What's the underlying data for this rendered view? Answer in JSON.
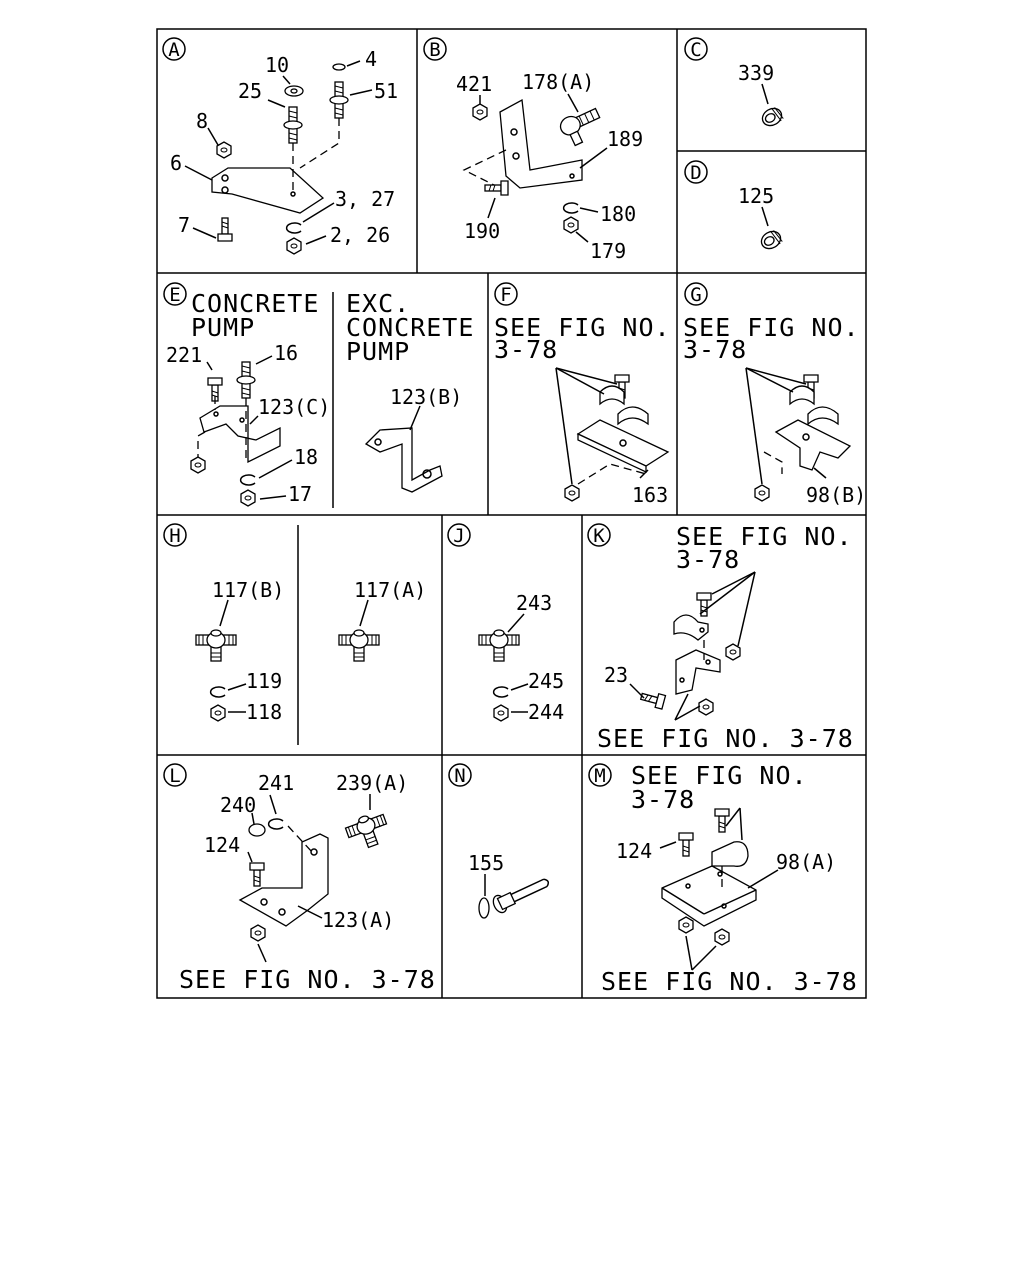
{
  "panels": {
    "A": {
      "letter": "A",
      "parts": [
        "10",
        "4",
        "25",
        "51",
        "8",
        "6",
        "3, 27",
        "7",
        "2, 26"
      ]
    },
    "B": {
      "letter": "B",
      "parts": [
        "421",
        "178(A)",
        "189",
        "190",
        "180",
        "179"
      ]
    },
    "C": {
      "letter": "C",
      "parts": [
        "339"
      ]
    },
    "D": {
      "letter": "D",
      "parts": [
        "125"
      ]
    },
    "E": {
      "letter": "E",
      "note_left": [
        "CONCRETE",
        "PUMP"
      ],
      "note_right": [
        "EXC.",
        "CONCRETE",
        "PUMP"
      ],
      "parts": [
        "221",
        "16",
        "123(C)",
        "18",
        "17",
        "123(B)"
      ]
    },
    "F": {
      "letter": "F",
      "note": [
        "SEE FIG NO.",
        "3-78"
      ],
      "parts": [
        "163"
      ]
    },
    "G": {
      "letter": "G",
      "note": [
        "SEE FIG NO.",
        "3-78"
      ],
      "parts": [
        "98(B)"
      ]
    },
    "H": {
      "letter": "H",
      "parts": [
        "117(B)",
        "117(A)",
        "119",
        "118"
      ]
    },
    "J": {
      "letter": "J",
      "parts": [
        "243",
        "245",
        "244"
      ]
    },
    "K": {
      "letter": "K",
      "note_top": [
        "SEE FIG NO.",
        "3-78"
      ],
      "parts": [
        "23"
      ],
      "note_bottom": "SEE FIG NO. 3-78"
    },
    "L": {
      "letter": "L",
      "parts": [
        "241",
        "239(A)",
        "240",
        "124",
        "123(A)"
      ],
      "note_bottom": "SEE FIG NO. 3-78"
    },
    "N": {
      "letter": "N",
      "parts": [
        "155"
      ]
    },
    "M": {
      "letter": "M",
      "note_top": [
        "SEE FIG NO.",
        "3-78"
      ],
      "parts": [
        "124",
        "98(A)"
      ],
      "note_bottom": "SEE FIG NO. 3-78"
    }
  }
}
